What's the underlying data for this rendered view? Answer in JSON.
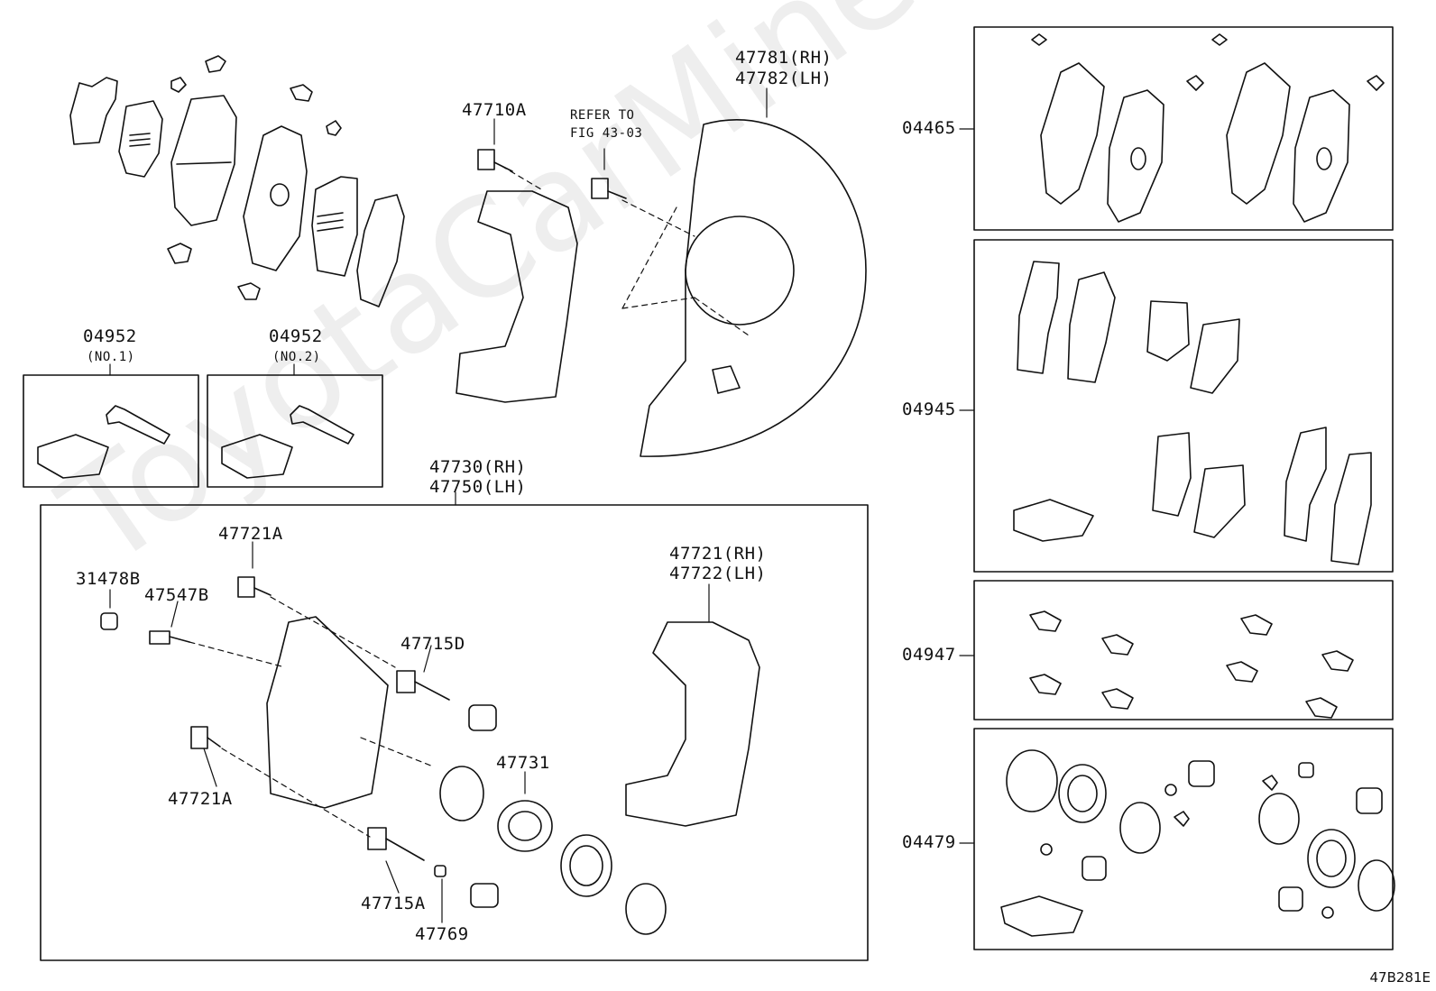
{
  "watermark": "ToyotaCarMine.ru",
  "figure_id": "47B281E",
  "labels": {
    "p47781": "47781(RH)",
    "p47782": "47782(LH)",
    "p47710A": "47710A",
    "refer1": "REFER TO",
    "refer2": "FIG 43-03",
    "p04952a": "04952",
    "p04952a_sub": "(NO.1)",
    "p04952b": "04952",
    "p04952b_sub": "(NO.2)",
    "p47730": "47730(RH)",
    "p47750": "47750(LH)",
    "p47721A_top": "47721A",
    "p31478B": "31478B",
    "p47547B": "47547B",
    "p47715D": "47715D",
    "p47721": "47721(RH)",
    "p47722": "47722(LH)",
    "p47731": "47731",
    "p47721A_bot": "47721A",
    "p47715A": "47715A",
    "p47769": "47769",
    "p04465": "04465",
    "p04945": "04945",
    "p04947": "04947",
    "p04479": "04479"
  }
}
